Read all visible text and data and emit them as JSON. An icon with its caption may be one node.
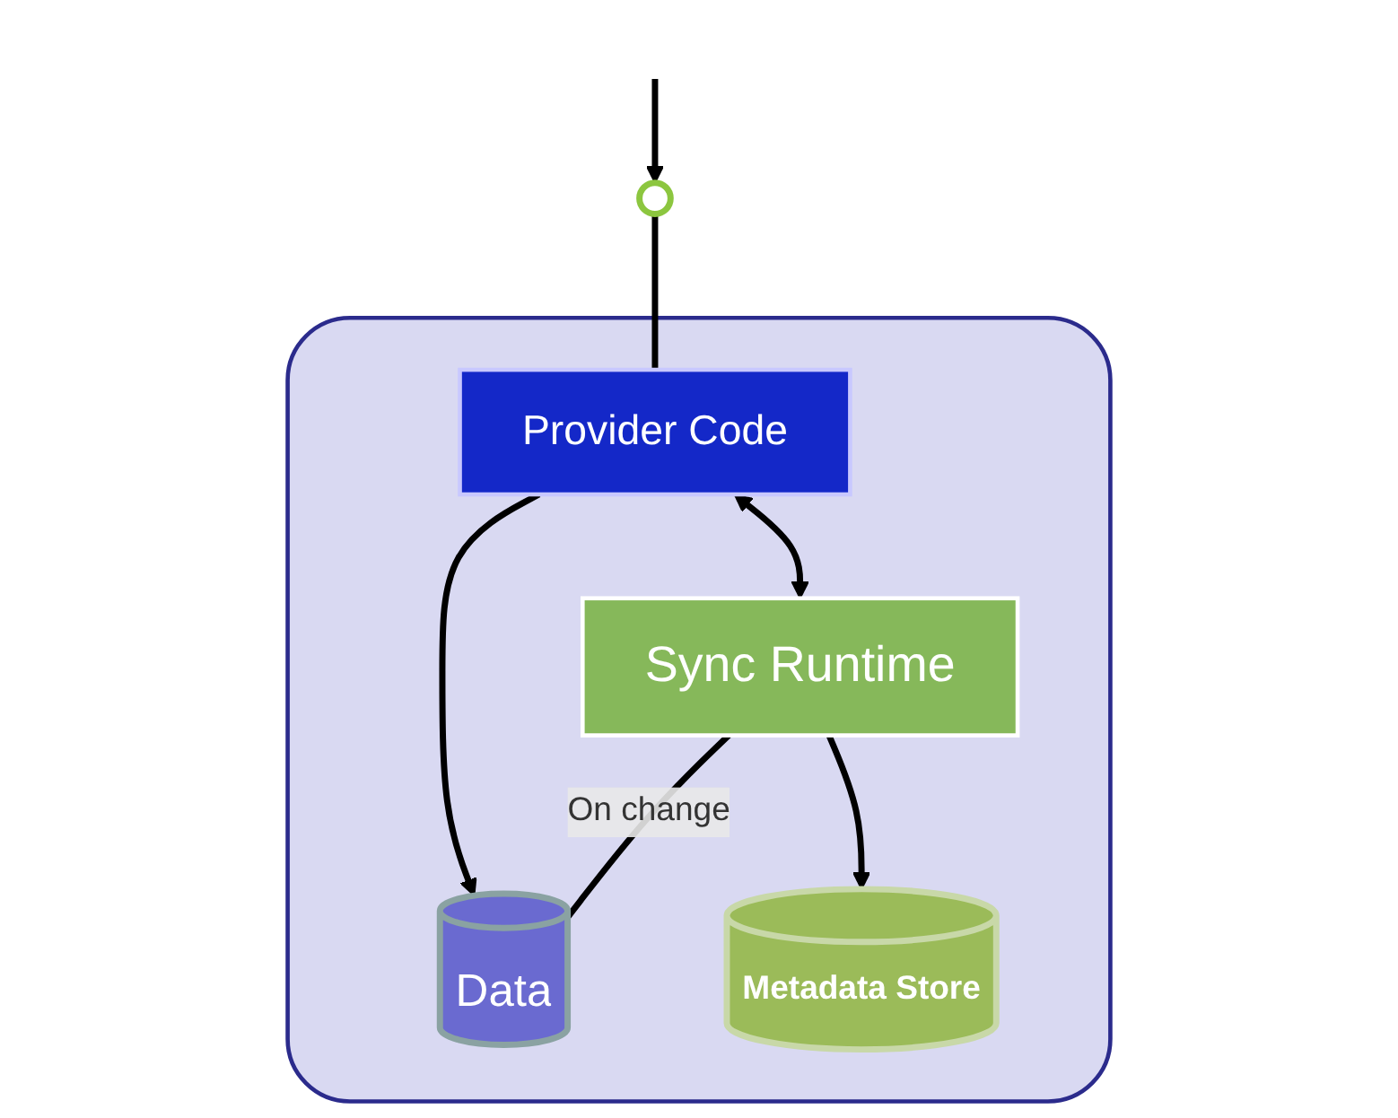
{
  "diagram": {
    "nodes": [
      {
        "text": [],
        "shape": "box"
      },
      {
        "text": [
          "Provider Code"
        ],
        "in": 0
      },
      {
        "text": [
          "Sync Runtime"
        ],
        "in": 0
      },
      {
        "text": [
          "Data"
        ],
        "in": 0
      },
      {
        "text": [
          "Metadata Store"
        ],
        "in": 0
      },
      {
        "text": [],
        "shape": "circle"
      }
    ],
    "edges": [
      {
        "from": null,
        "to": 5,
        "arrow": "to"
      },
      {
        "from": 5,
        "to": 1,
        "arrow": "none"
      },
      {
        "from": 1,
        "to": 2,
        "arrow": "both"
      },
      {
        "from": 1,
        "to": 3,
        "arrow": "to"
      },
      {
        "from": 2,
        "to": 4,
        "arrow": "to"
      },
      {
        "from": 2,
        "to": 3,
        "label": "On change",
        "arrow": "none"
      }
    ]
  }
}
